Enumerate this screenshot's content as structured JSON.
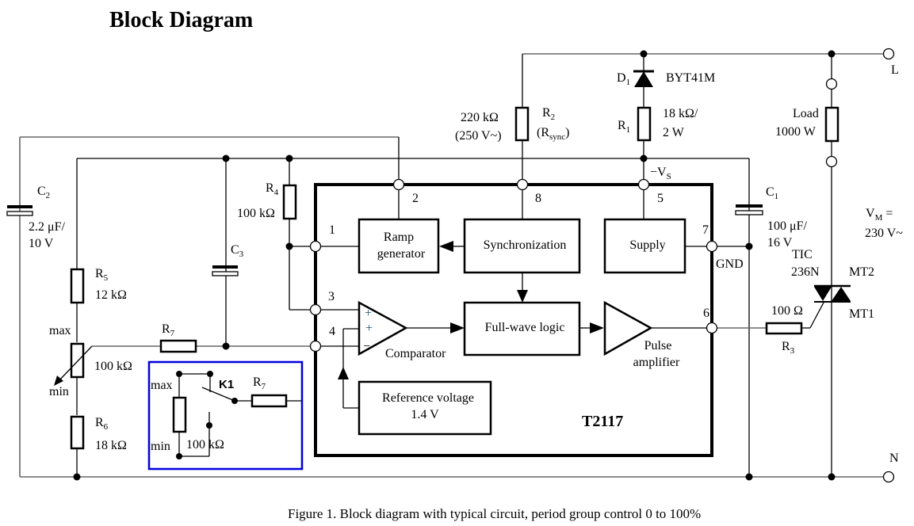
{
  "title": "Block Diagram",
  "caption": "Figure 1.  Block diagram with typical circuit, period group control 0 to 100%",
  "ic": {
    "name": "T2117",
    "blocks": {
      "ramp_line1": "Ramp",
      "ramp_line2": "generator",
      "sync": "Synchronization",
      "supply": "Supply",
      "fullwave": "Full-wave logic",
      "refv_line1": "Reference voltage",
      "refv_line2": "1.4 V",
      "comparator": "Comparator",
      "pulse_line1": "Pulse",
      "pulse_line2": "amplifier"
    },
    "pins": {
      "p1": "1",
      "p2": "2",
      "p3": "3",
      "p4": "4",
      "p5": "5",
      "p6": "6",
      "p7": "7",
      "p8": "8"
    },
    "gnd": "GND",
    "vs": "−V",
    "vs_sub": "S",
    "plus1": "+",
    "plus2": "+",
    "minus": "−"
  },
  "components": {
    "d1": {
      "label": "D",
      "sub": "1",
      "part": "BYT41M"
    },
    "r1": {
      "label": "R",
      "sub": "1",
      "v1": "18 kΩ/",
      "v2": "2 W"
    },
    "r2": {
      "label": "R",
      "sub": "2",
      "v1": "220 kΩ",
      "v2": "(250 V~)",
      "alias_open": "(R",
      "alias_sub": "sync",
      "alias_close": ")"
    },
    "r3": {
      "label": "R",
      "sub": "3",
      "value": "100 Ω"
    },
    "r4": {
      "label": "R",
      "sub": "4",
      "value": "100 kΩ"
    },
    "r5": {
      "label": "R",
      "sub": "5",
      "value": "12 kΩ"
    },
    "r6": {
      "label": "R",
      "sub": "6",
      "value": "18 kΩ"
    },
    "r7": {
      "label": "R",
      "sub": "7"
    },
    "pot": {
      "value": "100 kΩ",
      "max": "max",
      "min": "min"
    },
    "c1": {
      "label": "C",
      "sub": "1",
      "v1": "100 μF/",
      "v2": "16 V"
    },
    "c2": {
      "label": "C",
      "sub": "2",
      "v1": "2.2 μF/",
      "v2": "10 V"
    },
    "c3": {
      "label": "C",
      "sub": "3"
    },
    "load": {
      "v1": "Load",
      "v2": "1000 W"
    },
    "triac": {
      "p1": "TIC",
      "p2": "236N",
      "mt2": "MT2",
      "mt1": "MT1"
    },
    "vm": {
      "label": "V",
      "sub": "M",
      "eq": " =",
      "value": "230 V~"
    },
    "terminals": {
      "l": "L",
      "n": "N"
    }
  },
  "inset": {
    "max": "max",
    "min": "min",
    "switch": "K1",
    "r7_label": "R",
    "r7_sub": "7",
    "pot_value": "100 kΩ",
    "border_color": "#0000dd"
  }
}
